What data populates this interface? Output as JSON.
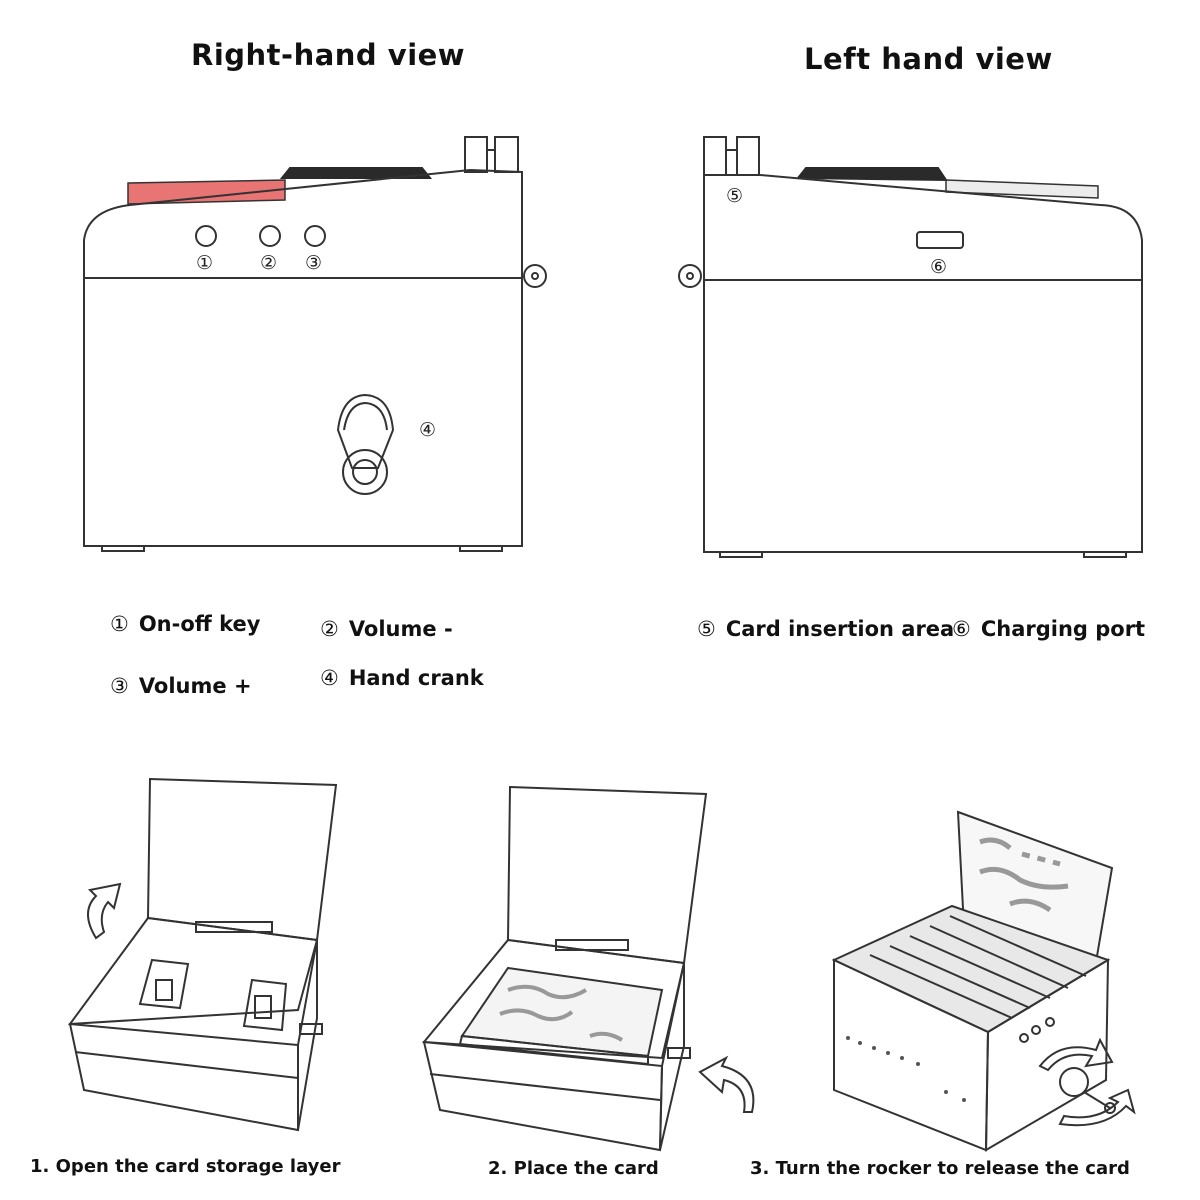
{
  "titles": {
    "right_view": "Right-hand view",
    "left_view": "Left hand view"
  },
  "callout_numbers": {
    "n1": "①",
    "n2": "②",
    "n3": "③",
    "n4": "④",
    "n5": "⑤",
    "n6": "⑥"
  },
  "legend": {
    "item1": {
      "num": "①",
      "label": "On-off key"
    },
    "item2": {
      "num": "②",
      "label": "Volume -"
    },
    "item3": {
      "num": "③",
      "label": "Volume +"
    },
    "item4": {
      "num": "④",
      "label": "Hand crank"
    },
    "item5": {
      "num": "⑤",
      "label": "Card insertion area"
    },
    "item6": {
      "num": "⑥",
      "label": "Charging port"
    }
  },
  "steps": {
    "step1": "1. Open the card storage layer",
    "step2": "2. Place the card",
    "step3": "3. Turn the rocker to release the card"
  },
  "colors": {
    "outline": "#333333",
    "card_red": "#e87474",
    "dark_slot": "#2a2a2a"
  }
}
